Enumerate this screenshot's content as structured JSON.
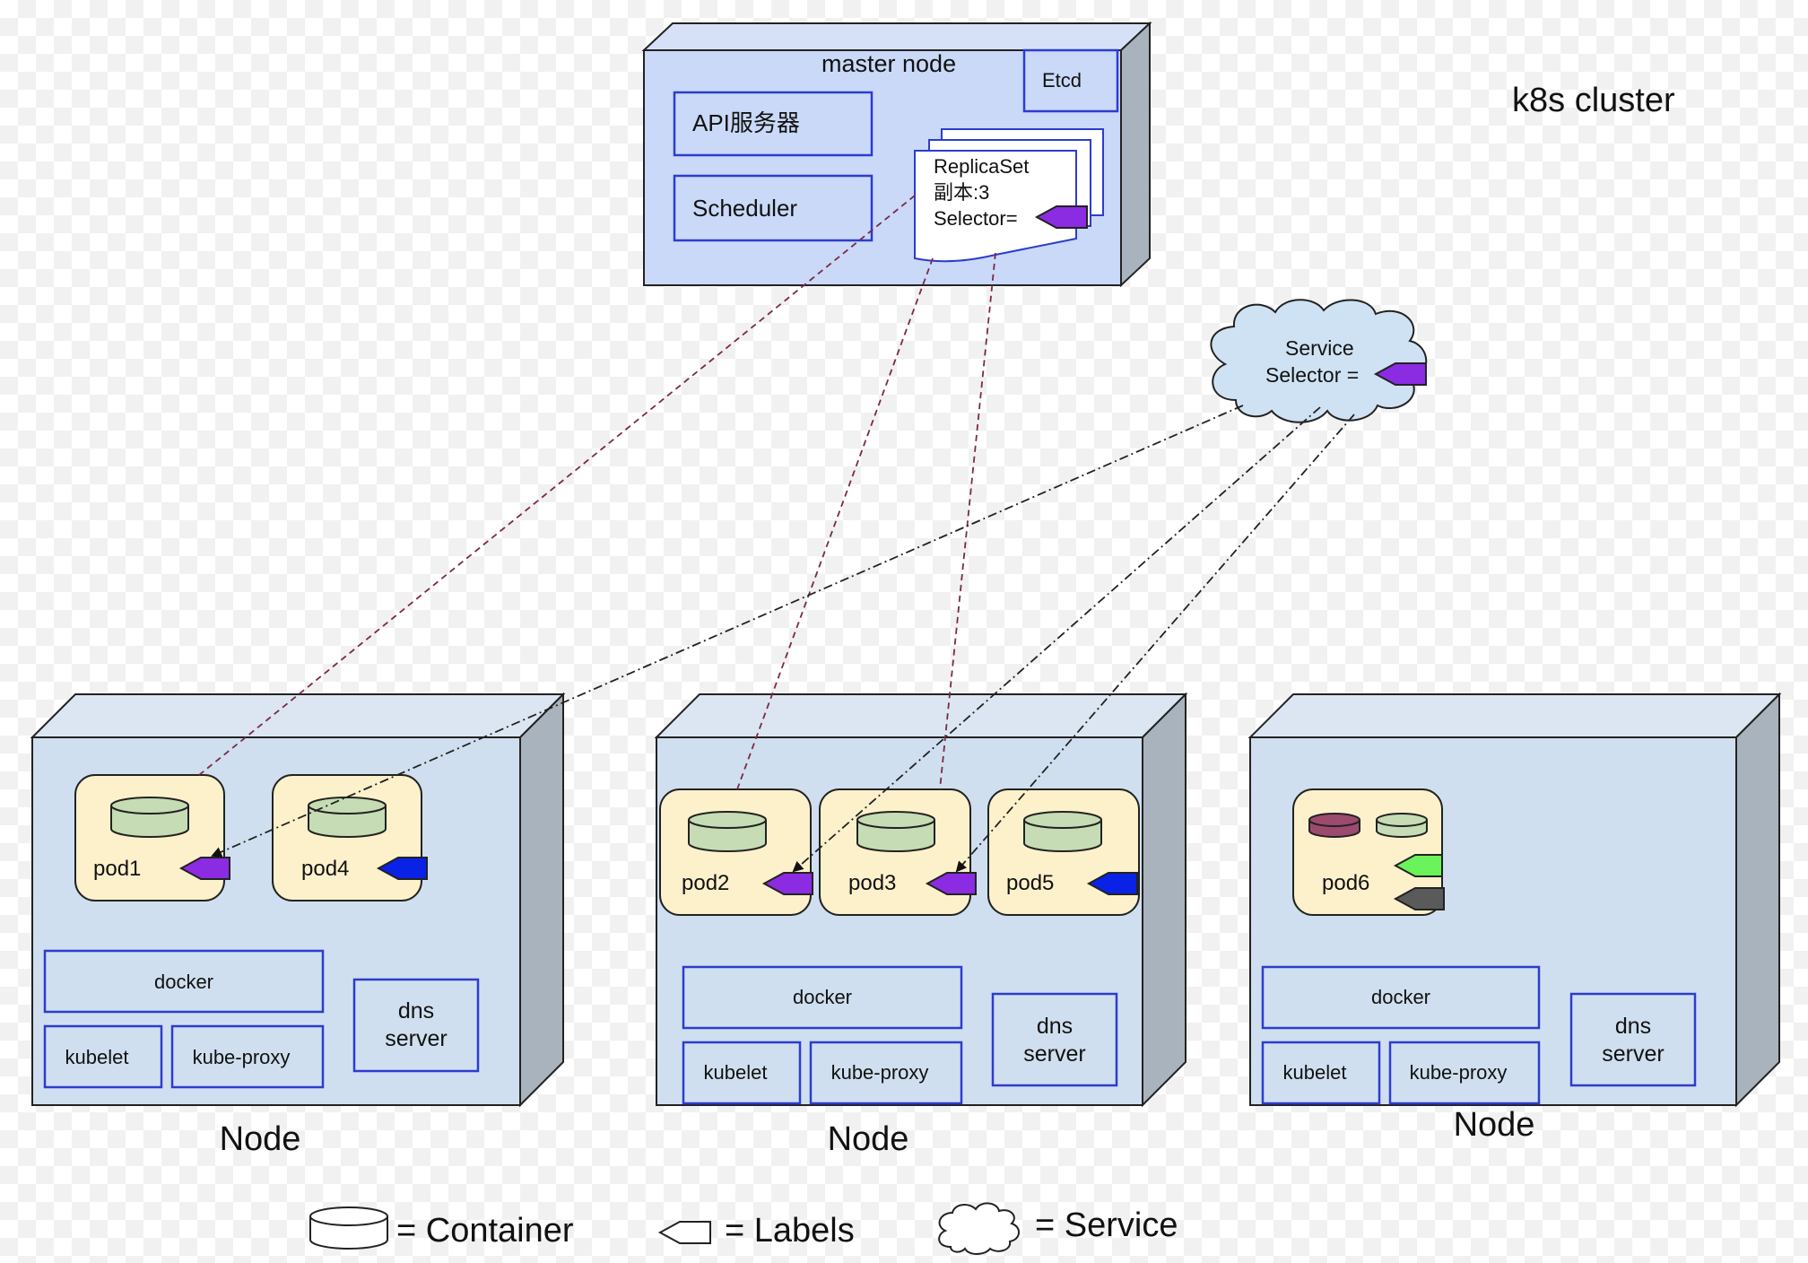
{
  "title": "k8s cluster",
  "master": {
    "title": "master node",
    "api": "API服务器",
    "scheduler": "Scheduler",
    "etcd": "Etcd",
    "replicaset": {
      "line1": "ReplicaSet",
      "line2": "副本:3",
      "line3": "Selector="
    }
  },
  "service": {
    "line1": "Service",
    "line2": "Selector ="
  },
  "nodes": [
    {
      "label": "Node",
      "docker": "docker",
      "kubelet": "kubelet",
      "kube_proxy": "kube-proxy",
      "dns1": "dns",
      "dns2": "server",
      "pods": [
        {
          "name": "pod1"
        },
        {
          "name": "pod4"
        }
      ]
    },
    {
      "label": "Node",
      "docker": "docker",
      "kubelet": "kubelet",
      "kube_proxy": "kube-proxy",
      "dns1": "dns",
      "dns2": "server",
      "pods": [
        {
          "name": "pod2"
        },
        {
          "name": "pod3"
        },
        {
          "name": "pod5"
        }
      ]
    },
    {
      "label": "Node",
      "docker": "docker",
      "kubelet": "kubelet",
      "kube_proxy": "kube-proxy",
      "dns1": "dns",
      "dns2": "server",
      "pods": [
        {
          "name": "pod6"
        }
      ]
    }
  ],
  "legend": {
    "container": "= Container",
    "labels": "= Labels",
    "service": "= Service"
  },
  "colors": {
    "node_face": "#cfdfef",
    "node_top": "#dbe6f2",
    "node_side": "#a9b3be",
    "master_face": "#c9d9f7",
    "pod_fill": "#fdf1cc",
    "container_fill": "#c6dcb4",
    "container_red": "#9c4a6e",
    "label_purple": "#8b2be2",
    "label_blue": "#0a22e6",
    "label_green": "#6af35a",
    "label_gray": "#5a5a5a",
    "box_border": "#2d3ccf",
    "rs_link": "#7a2a44",
    "svc_link": "#222222"
  }
}
